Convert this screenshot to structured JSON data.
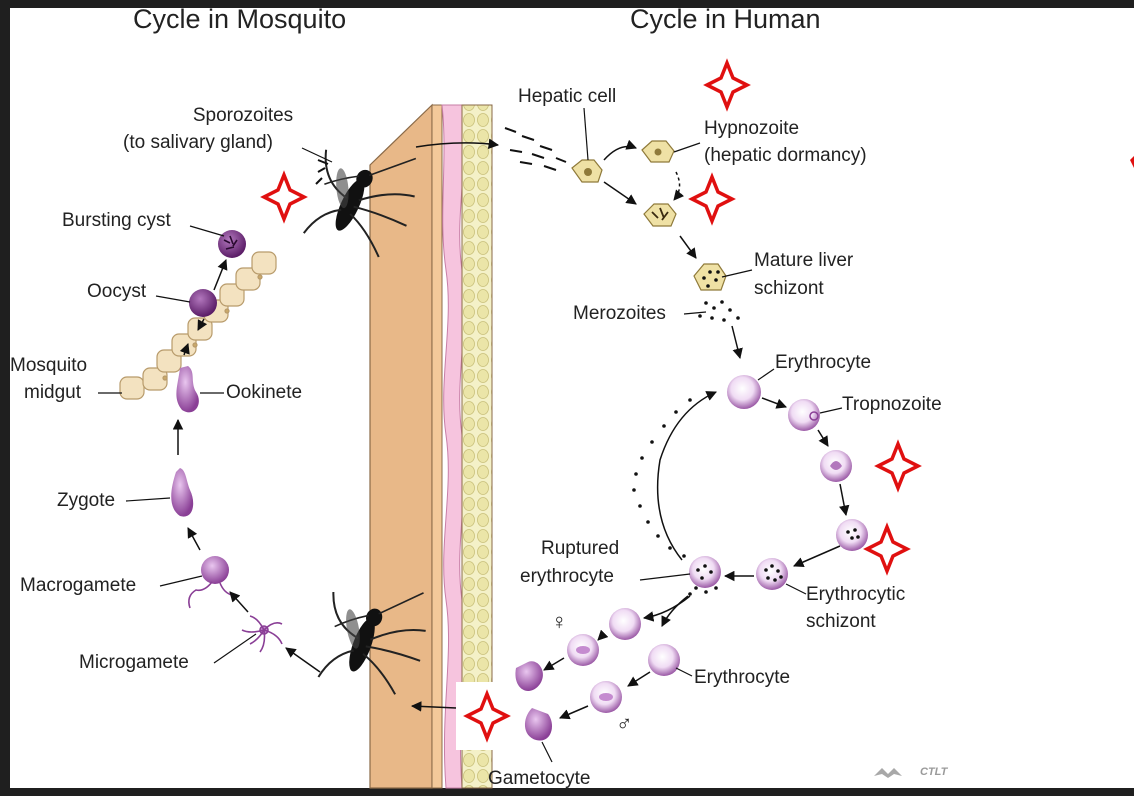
{
  "titles": {
    "mosquito_cycle": "Cycle in Mosquito",
    "human_cycle": "Cycle in Human"
  },
  "mosquito_stages": {
    "sporozoites_line1": "Sporozoites",
    "sporozoites_line2": "(to salivary gland)",
    "bursting_cyst": "Bursting cyst",
    "oocyst": "Oocyst",
    "midgut_line1": "Mosquito",
    "midgut_line2": "midgut",
    "ookinete": "Ookinete",
    "zygote": "Zygote",
    "macrogamete": "Macrogamete",
    "microgamete": "Microgamete"
  },
  "human_stages": {
    "hepatic_cell": "Hepatic cell",
    "hypnozoite_line1": "Hypnozoite",
    "hypnozoite_line2": "(hepatic dormancy)",
    "liver_schizont_line1": "Mature liver",
    "liver_schizont_line2": "schizont",
    "merozoites": "Merozoites",
    "erythrocyte_top": "Erythrocyte",
    "trophozoite": "Tropnozoite",
    "ruptured_line1": "Ruptured",
    "ruptured_line2": "erythrocyte",
    "schizont_line1": "Erythrocytic",
    "schizont_line2": "schizont",
    "erythrocyte_bottom": "Erythrocyte",
    "gametocyte": "Gametocyte"
  },
  "symbols": {
    "female": "♀",
    "male": "♂"
  },
  "credit": "CTLT",
  "colors": {
    "star": "#e01010",
    "skin": "#f3c99a",
    "dermis": "#f6c4de",
    "fat": "#ece9b4",
    "parasite_light": "#e6c9ec",
    "parasite_dark": "#8f4497",
    "liver_cell": "#efe1a5",
    "midgut_cell": "#f3e2c0"
  },
  "icons": [
    "mosquito-icon",
    "red-star-icon",
    "arrow-icon"
  ]
}
